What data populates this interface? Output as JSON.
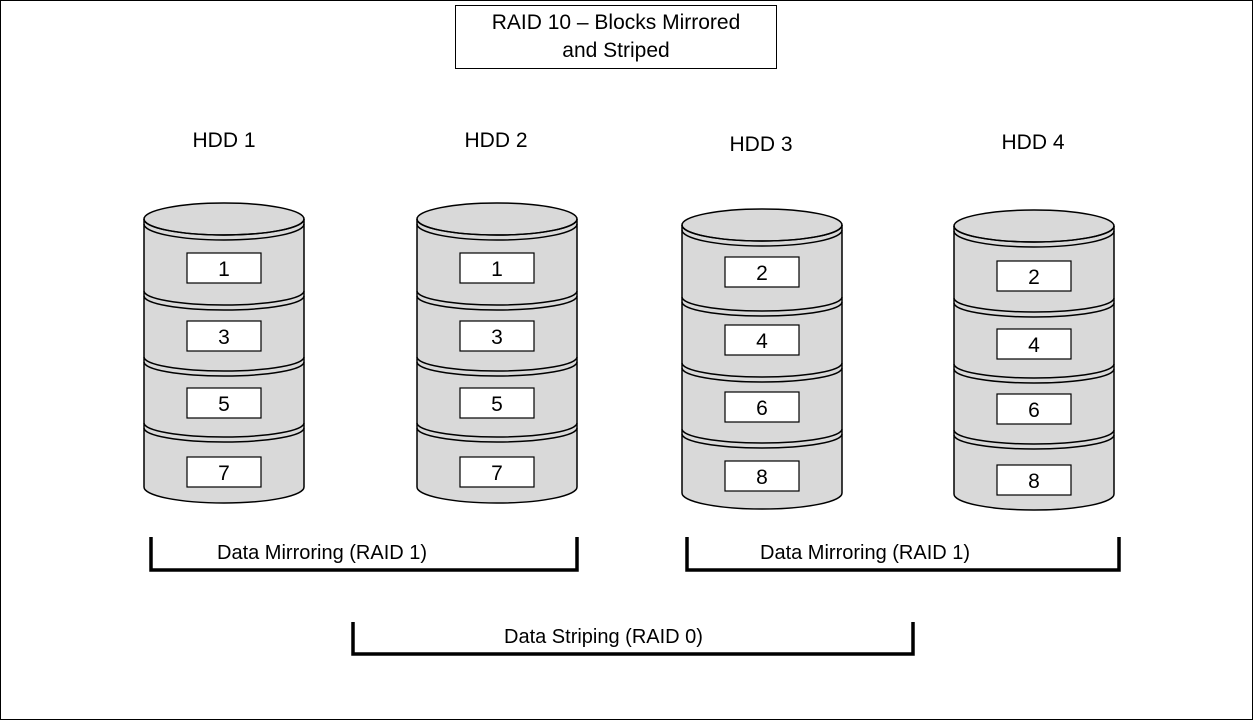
{
  "title_line1": "RAID 10 – Blocks Mirrored",
  "title_line2": "and Striped",
  "drives": [
    {
      "label": "HDD 1",
      "blocks": [
        "1",
        "3",
        "5",
        "7"
      ]
    },
    {
      "label": "HDD 2",
      "blocks": [
        "1",
        "3",
        "5",
        "7"
      ]
    },
    {
      "label": "HDD 3",
      "blocks": [
        "2",
        "4",
        "6",
        "8"
      ]
    },
    {
      "label": "HDD 4",
      "blocks": [
        "2",
        "4",
        "6",
        "8"
      ]
    }
  ],
  "mirror_left_label": "Data Mirroring (RAID 1)",
  "mirror_right_label": "Data Mirroring (RAID 1)",
  "striping_label": "Data Striping (RAID 0)",
  "colors": {
    "disk_fill": "#d9d9d9",
    "stroke": "#000000"
  }
}
